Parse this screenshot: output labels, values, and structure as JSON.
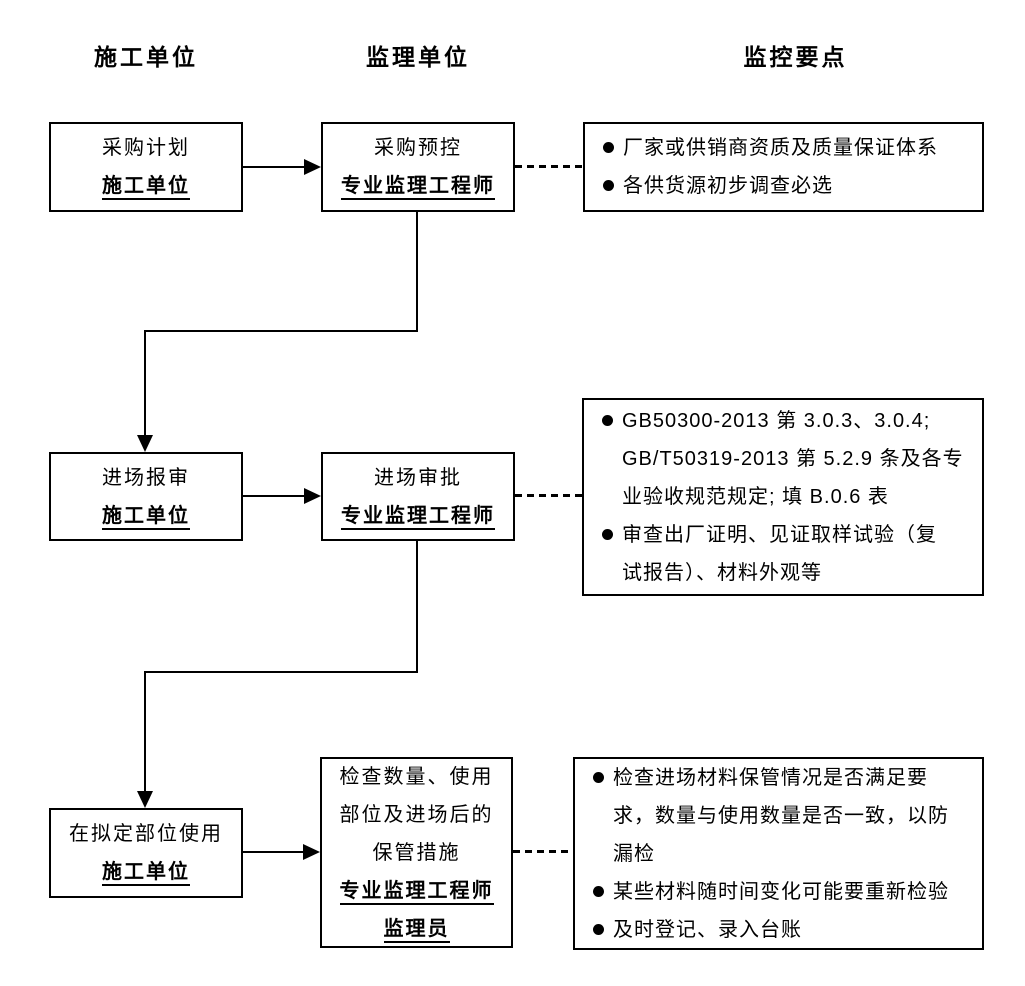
{
  "colors": {
    "ink": "#000000",
    "background": "#ffffff"
  },
  "headers": {
    "col1": "施工单位",
    "col2": "监理单位",
    "col3": "监控要点"
  },
  "rows": [
    {
      "step": {
        "title": "采购计划",
        "actor": "施工单位"
      },
      "action": {
        "title_lines": [
          "采购预控"
        ],
        "actor_lines": [
          "专业监理工程师"
        ]
      },
      "points": [
        {
          "lines": [
            "厂家或供销商资质及质量保证体系"
          ]
        },
        {
          "lines": [
            "各供货源初步调查必选"
          ]
        }
      ]
    },
    {
      "step": {
        "title": "进场报审",
        "actor": "施工单位"
      },
      "action": {
        "title_lines": [
          "进场审批"
        ],
        "actor_lines": [
          "专业监理工程师"
        ]
      },
      "points": [
        {
          "lines": [
            "GB50300-2013 第 3.0.3、3.0.4;",
            "GB/T50319-2013 第 5.2.9 条及各专",
            "业验收规范规定; 填 B.0.6 表"
          ]
        },
        {
          "lines": [
            "审查出厂证明、见证取样试验（复",
            "试报告）、材料外观等"
          ]
        }
      ]
    },
    {
      "step": {
        "title": "在拟定部位使用",
        "actor": "施工单位"
      },
      "action": {
        "title_lines": [
          "检查数量、使用",
          "部位及进场后的",
          "保管措施"
        ],
        "actor_lines": [
          "专业监理工程师",
          "监理员"
        ]
      },
      "points": [
        {
          "lines": [
            "检查进场材料保管情况是否满足要",
            "求，数量与使用数量是否一致，以防",
            "漏检"
          ]
        },
        {
          "lines": [
            "某些材料随时间变化可能要重新检验"
          ]
        },
        {
          "lines": [
            "及时登记、录入台账"
          ]
        }
      ]
    }
  ]
}
